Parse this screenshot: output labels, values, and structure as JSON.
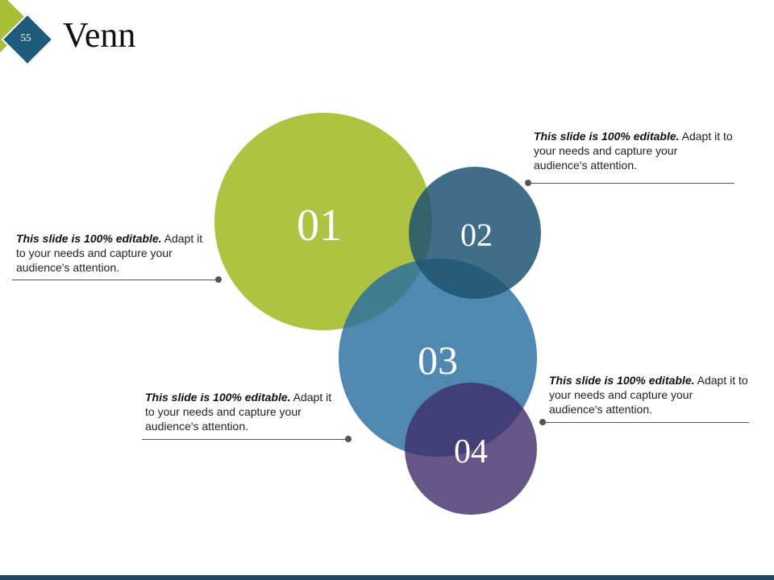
{
  "slide": {
    "page_number": "55",
    "title": "Venn"
  },
  "circles": [
    {
      "label": "01",
      "color": "#a8be32"
    },
    {
      "label": "02",
      "color": "#1e5472"
    },
    {
      "label": "03",
      "color": "#286ea0"
    },
    {
      "label": "04",
      "color": "#3e2c69"
    }
  ],
  "callouts": [
    {
      "bold": "This slide is 100% editable.",
      "text": " Adapt it to your needs and capture your audience's attention."
    },
    {
      "bold": "This slide is 100% editable.",
      "text": " Adapt it to your needs and capture your audience's attention."
    },
    {
      "bold": "This slide is 100% editable.",
      "text": " Adapt it to your needs and capture your audience's attention."
    },
    {
      "bold": "This slide is 100% editable.",
      "text": " Adapt it to your needs and capture your audience's attention."
    }
  ],
  "theme": {
    "accent_green": "#a9bf3a",
    "accent_navy": "#1e5b7a",
    "footer_bar": "#1b4a5e"
  }
}
